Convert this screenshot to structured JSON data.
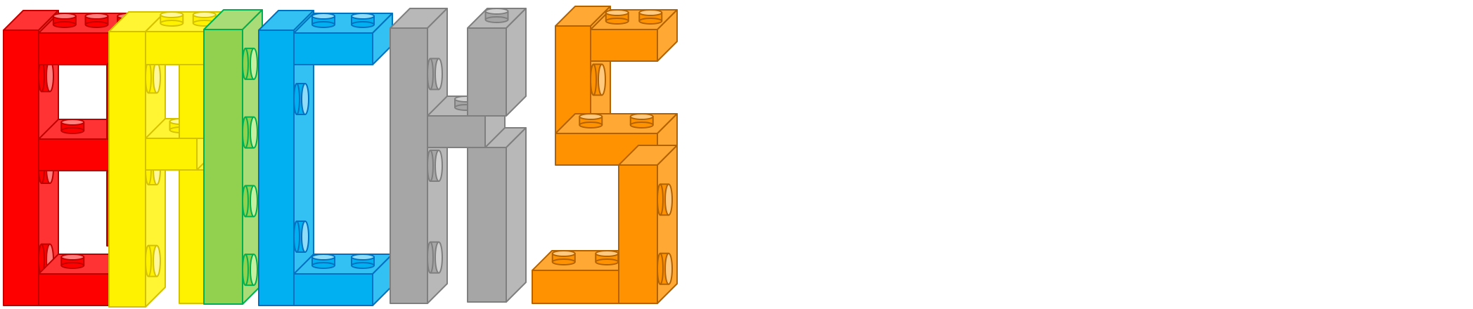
{
  "logo": {
    "text": "BRICKS",
    "style": "3D toy building bricks lettering",
    "letters": [
      {
        "char": "B",
        "front": "#ff0000",
        "light": "#ff3333",
        "stroke": "#c00000",
        "stud": "#ff7f7f"
      },
      {
        "char": "R",
        "front": "#fff200",
        "light": "#fff533",
        "stroke": "#d4c200",
        "stud": "#fff799"
      },
      {
        "char": "I",
        "front": "#92d050",
        "light": "#a9dc77",
        "stroke": "#00b050",
        "stud": "#c6efa0"
      },
      {
        "char": "C",
        "front": "#00b0f0",
        "light": "#33c0f3",
        "stroke": "#0070c0",
        "stud": "#8fdcf8"
      },
      {
        "char": "K",
        "front": "#a6a6a6",
        "light": "#b8b8b8",
        "stroke": "#7f7f7f",
        "stud": "#d0d0d0"
      },
      {
        "char": "S",
        "front": "#ff9200",
        "light": "#ffa833",
        "stroke": "#b36200",
        "stud": "#ffc980"
      }
    ]
  }
}
